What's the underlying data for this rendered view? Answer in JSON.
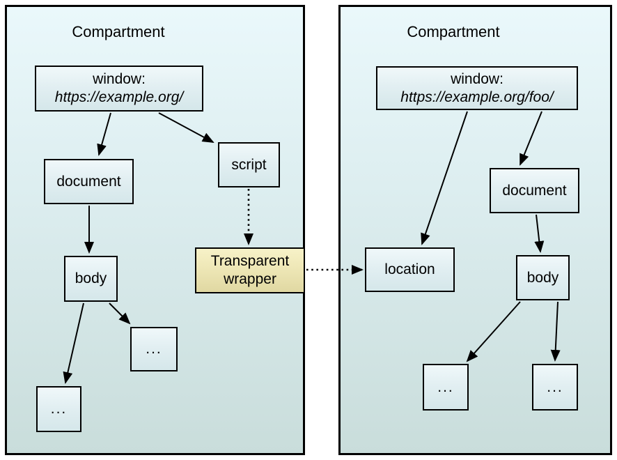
{
  "diagram": {
    "left": {
      "title": "Compartment",
      "window_line1": "window:",
      "window_line2": "https://example.org/",
      "document_label": "document",
      "script_label": "script",
      "body_label": "body",
      "dots1_label": "...",
      "dots2_label": "...",
      "wrapper_label": "Transparent wrapper"
    },
    "right": {
      "title": "Compartment",
      "window_line1": "window:",
      "window_line2": "https://example.org/foo/",
      "location_label": "location",
      "document_label": "document",
      "body_label": "body",
      "dots1_label": "...",
      "dots2_label": "..."
    },
    "colors": {
      "compartment_gradient_top": "#eaf8fb",
      "compartment_gradient_bottom": "#c9dddb",
      "node_gradient_top": "#f0f8fa",
      "node_gradient_bottom": "#d5e7ea",
      "wrapper_gradient_top": "#f7f2c8",
      "wrapper_gradient_bottom": "#e0d8a2",
      "border": "#000000"
    }
  }
}
